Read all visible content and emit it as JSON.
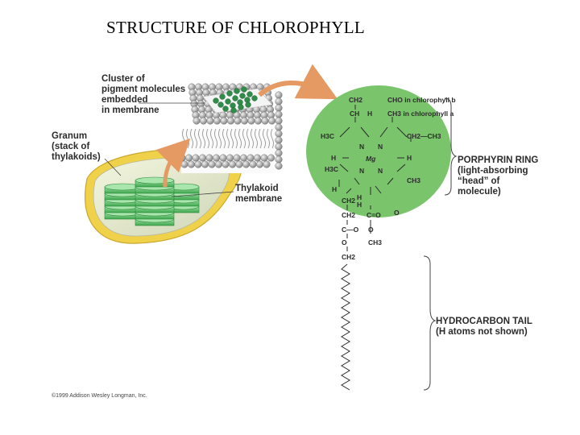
{
  "title": "STRUCTURE OF CHLOROPHYLL",
  "labels": {
    "cluster": [
      "Cluster of",
      "pigment molecules",
      "embedded",
      "in membrane"
    ],
    "granum": [
      "Granum",
      "(stack of",
      "thylakoids)"
    ],
    "thylakoid": [
      "Thylakoid",
      "membrane"
    ],
    "porphyrin": [
      "PORPHYRIN RING",
      "(light-absorbing",
      "“head” of",
      "molecule)"
    ],
    "tail": [
      "HYDROCARBON TAIL",
      "(H atoms not shown)"
    ]
  },
  "molecule": {
    "top_ch2": "CH2",
    "top_ch": "CH",
    "top_h": "H",
    "chl_b": "CHO in chlorophyll b",
    "chl_a": "CH3 in chlorophyll a",
    "h3c_left": "H3C",
    "ch2ch3": "CH2—CH3",
    "n_tl": "N",
    "n_tr": "N",
    "n_bl": "N",
    "n_br": "N",
    "mg": "Mg",
    "h_left": "H",
    "h_right": "H",
    "h3c_left2": "H3C",
    "ch3_right": "CH3",
    "h_bot_left": "H",
    "ch2_bot": "CH2",
    "h_bot1": "H",
    "h_bot2": "H",
    "o_right": "O",
    "ch2_b": "CH2",
    "c_eq_o": "C=O",
    "c_o": "C—O",
    "o_l": "O",
    "o_r": "O",
    "ch3_b": "CH3",
    "o_l2": "O",
    "ch2_tail": "CH2"
  },
  "copyright": "©1999 Addison Wesley Longman, Inc."
}
